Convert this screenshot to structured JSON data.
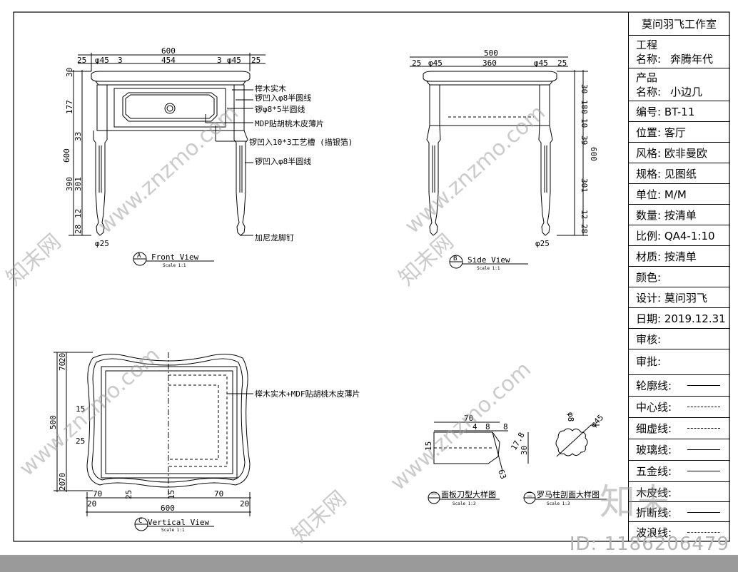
{
  "title_block": {
    "studio": "莫问羽飞工作室",
    "project_label": "工程",
    "project_name_label": "名称:",
    "project_name": "奔腾年代",
    "product_label": "产品",
    "product_name_label": "名称:",
    "product_name": "小边几",
    "code": "编号:  BT-11",
    "location": "位置:  客厅",
    "style": "风格:  欧非曼欧",
    "spec": "规格:  见图纸",
    "unit": "单位:  M/M",
    "quantity": "数量:  按清单",
    "scale": "比例:  QA4-1:10",
    "material": "材质:  按清单",
    "color": "颜色:",
    "designer": "设计:  莫问羽飞",
    "date": "日期:  2019.12.31",
    "review": "审核:",
    "approve": "审批:",
    "line_contour": "轮廓线:",
    "line_center": "中心线:",
    "line_thin_dash": "细虚线:",
    "line_glass": "玻璃线:",
    "line_hardware": "五金线:",
    "line_wood": "木皮线:",
    "line_break": "折断线:",
    "line_wave": "波浪线:"
  },
  "front_view": {
    "title": "Front View",
    "scale": "Scale 1:1",
    "marker": "A",
    "dims_top": [
      "600",
      "25",
      "φ45",
      "3",
      "454",
      "3",
      "φ45",
      "25"
    ],
    "dims_left": [
      "30",
      "177",
      "600",
      "33",
      "390",
      "301",
      "12",
      "28"
    ],
    "foot": "φ25",
    "notes": [
      "榉木实木",
      "锣凹入φ8半圆线",
      "锣φ8*5半圆线",
      "MDP贴胡桃木皮薄片",
      "锣凹入10*3工艺槽 (描银箔)",
      "锣凹入φ8半圆线",
      "加尼龙脚钉"
    ]
  },
  "side_view": {
    "title": "Side View",
    "scale": "Scale 1:1",
    "marker": "B",
    "dims_top": [
      "500",
      "25",
      "φ45",
      "360",
      "φ45",
      "25"
    ],
    "dims_right": [
      "30",
      "180",
      "10",
      "39",
      "600",
      "301",
      "12",
      "28"
    ],
    "foot": "φ25"
  },
  "vertical_view": {
    "title": "Vertical View",
    "scale": "Scale 1:1",
    "marker": "C",
    "dims_left": [
      "20",
      "70",
      "15",
      "500",
      "25",
      "70",
      "20"
    ],
    "dims_bottom": [
      "70",
      "25",
      "15",
      "70",
      "20",
      "600",
      "20"
    ],
    "note": "榉木实木+MDF贴胡桃木皮薄片"
  },
  "detail_panel": {
    "title": "面板刀型大样图",
    "scale": "Scale 1:3",
    "marker": "一",
    "dims": [
      "70",
      "4",
      "8",
      "8",
      "15",
      "30",
      "17.8",
      "63"
    ]
  },
  "detail_column": {
    "title": "罗马柱剖面大样图",
    "scale": "Scale 1:3",
    "marker": "二",
    "dims": [
      "φ45",
      "φ8"
    ]
  },
  "watermark": {
    "text": "www.znzmo.com",
    "brand": "知末网",
    "logo": "知末",
    "id": "ID: 1186206479"
  }
}
